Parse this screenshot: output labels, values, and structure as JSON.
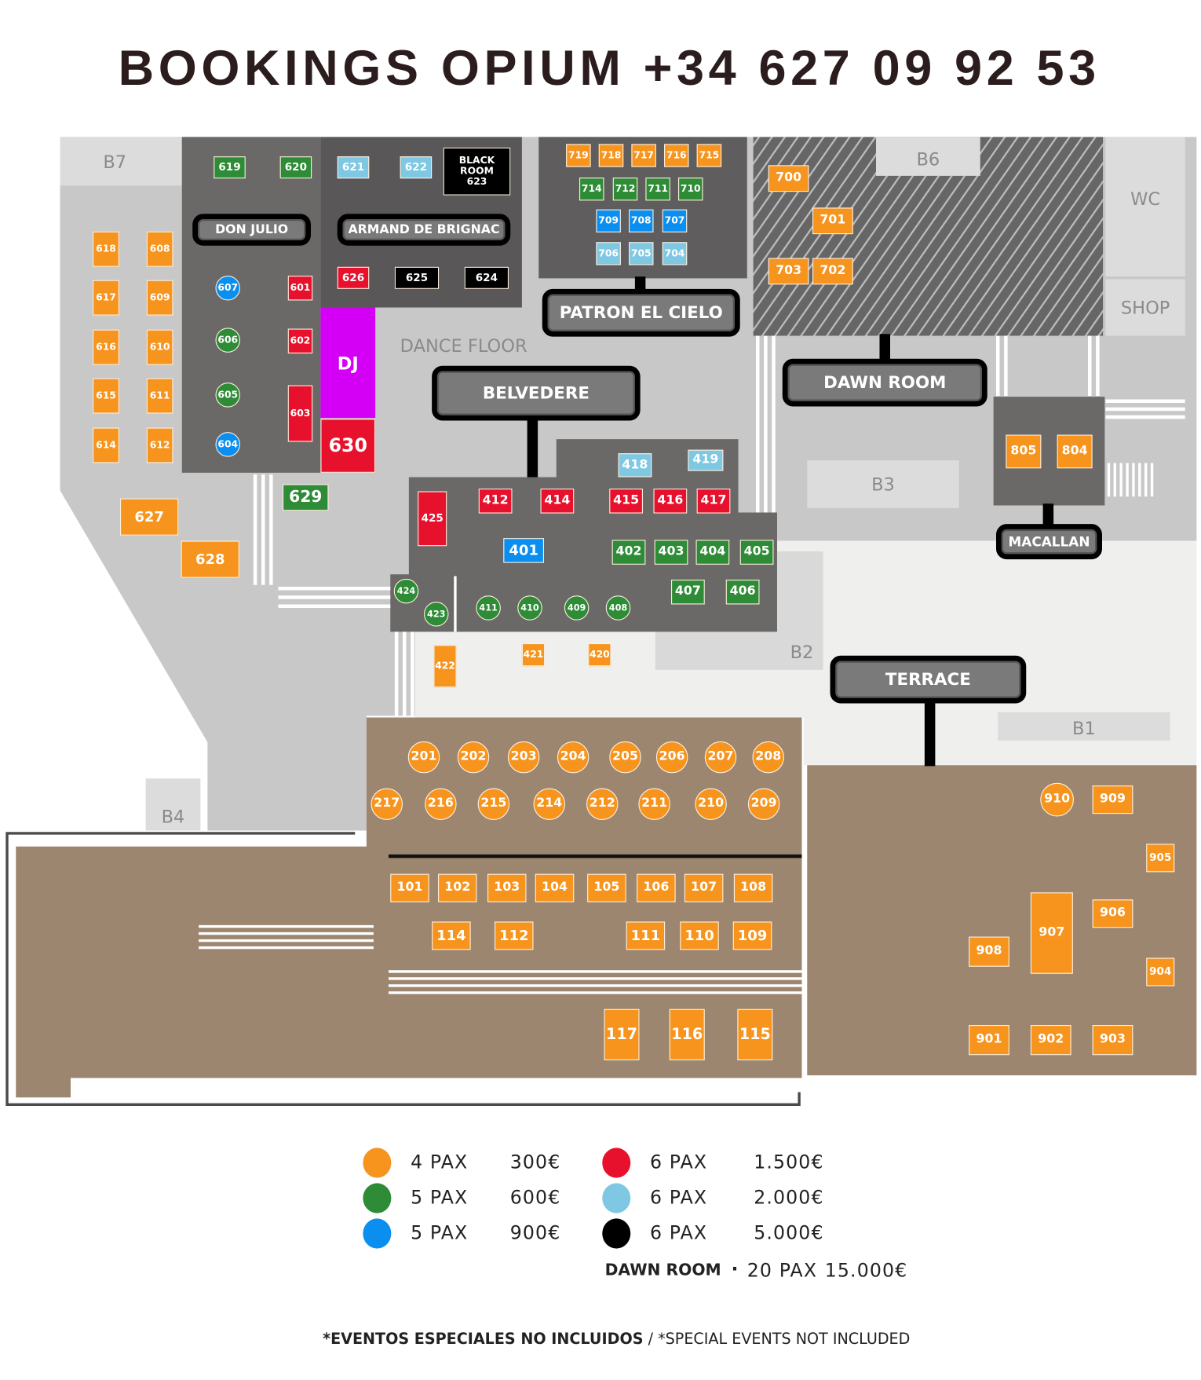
{
  "title": "BOOKINGS OPIUM +34 627 09 92 53",
  "areas": {
    "b7": "B7",
    "b6": "B6",
    "wc": "WC",
    "shop": "SHOP",
    "b3": "B3",
    "b2": "B2",
    "b1": "B1",
    "b4": "B4",
    "dance_floor": "DANCE FLOOR",
    "dj": "DJ"
  },
  "sponsors": {
    "don_julio": "DON JULIO",
    "armand": "ARMAND DE BRIGNAC",
    "patron": "PATRON EL CIELO",
    "belvedere": "BELVEDERE",
    "dawn_room": "DAWN ROOM",
    "macallan": "MACALLAN",
    "terrace": "TERRACE"
  },
  "colors": {
    "orange": "#f7941d",
    "green": "#2e8b36",
    "blue": "#0a8ef0",
    "red": "#e8112d",
    "lightblue": "#7ec8e3",
    "black": "#000000"
  },
  "tables": [
    {
      "id": "618",
      "cat": "orange"
    },
    {
      "id": "617",
      "cat": "orange"
    },
    {
      "id": "616",
      "cat": "orange"
    },
    {
      "id": "615",
      "cat": "orange"
    },
    {
      "id": "614",
      "cat": "orange"
    },
    {
      "id": "608",
      "cat": "orange"
    },
    {
      "id": "609",
      "cat": "orange"
    },
    {
      "id": "610",
      "cat": "orange"
    },
    {
      "id": "611",
      "cat": "orange"
    },
    {
      "id": "612",
      "cat": "orange"
    },
    {
      "id": "619",
      "cat": "green"
    },
    {
      "id": "620",
      "cat": "green"
    },
    {
      "id": "621",
      "cat": "lightblue"
    },
    {
      "id": "622",
      "cat": "lightblue"
    },
    {
      "id": "623",
      "cat": "black",
      "label": "BLACK ROOM"
    },
    {
      "id": "626",
      "cat": "red"
    },
    {
      "id": "625",
      "cat": "black"
    },
    {
      "id": "624",
      "cat": "black"
    },
    {
      "id": "607",
      "cat": "blue"
    },
    {
      "id": "606",
      "cat": "green"
    },
    {
      "id": "605",
      "cat": "green"
    },
    {
      "id": "604",
      "cat": "blue"
    },
    {
      "id": "601",
      "cat": "red"
    },
    {
      "id": "602",
      "cat": "red"
    },
    {
      "id": "603",
      "cat": "red"
    },
    {
      "id": "630",
      "cat": "red"
    },
    {
      "id": "629",
      "cat": "green"
    },
    {
      "id": "627",
      "cat": "orange"
    },
    {
      "id": "628",
      "cat": "orange"
    },
    {
      "id": "719",
      "cat": "orange"
    },
    {
      "id": "718",
      "cat": "orange"
    },
    {
      "id": "717",
      "cat": "orange"
    },
    {
      "id": "716",
      "cat": "orange"
    },
    {
      "id": "715",
      "cat": "orange"
    },
    {
      "id": "714",
      "cat": "green"
    },
    {
      "id": "712",
      "cat": "green"
    },
    {
      "id": "711",
      "cat": "green"
    },
    {
      "id": "710",
      "cat": "green"
    },
    {
      "id": "709",
      "cat": "blue"
    },
    {
      "id": "708",
      "cat": "blue"
    },
    {
      "id": "707",
      "cat": "blue"
    },
    {
      "id": "706",
      "cat": "lightblue"
    },
    {
      "id": "705",
      "cat": "lightblue"
    },
    {
      "id": "704",
      "cat": "lightblue"
    },
    {
      "id": "700",
      "cat": "orange"
    },
    {
      "id": "701",
      "cat": "orange"
    },
    {
      "id": "703",
      "cat": "orange"
    },
    {
      "id": "702",
      "cat": "orange"
    },
    {
      "id": "805",
      "cat": "orange"
    },
    {
      "id": "804",
      "cat": "orange"
    },
    {
      "id": "425",
      "cat": "red"
    },
    {
      "id": "412",
      "cat": "red"
    },
    {
      "id": "414",
      "cat": "red"
    },
    {
      "id": "415",
      "cat": "red"
    },
    {
      "id": "416",
      "cat": "red"
    },
    {
      "id": "417",
      "cat": "red"
    },
    {
      "id": "418",
      "cat": "lightblue"
    },
    {
      "id": "419",
      "cat": "lightblue"
    },
    {
      "id": "401",
      "cat": "blue"
    },
    {
      "id": "402",
      "cat": "green"
    },
    {
      "id": "403",
      "cat": "green"
    },
    {
      "id": "404",
      "cat": "green"
    },
    {
      "id": "405",
      "cat": "green"
    },
    {
      "id": "407",
      "cat": "green"
    },
    {
      "id": "406",
      "cat": "green"
    },
    {
      "id": "424",
      "cat": "green"
    },
    {
      "id": "423",
      "cat": "green"
    },
    {
      "id": "411",
      "cat": "green"
    },
    {
      "id": "410",
      "cat": "green"
    },
    {
      "id": "409",
      "cat": "green"
    },
    {
      "id": "408",
      "cat": "green"
    },
    {
      "id": "422",
      "cat": "orange"
    },
    {
      "id": "421",
      "cat": "orange"
    },
    {
      "id": "420",
      "cat": "orange"
    },
    {
      "id": "201",
      "cat": "orange"
    },
    {
      "id": "202",
      "cat": "orange"
    },
    {
      "id": "203",
      "cat": "orange"
    },
    {
      "id": "204",
      "cat": "orange"
    },
    {
      "id": "205",
      "cat": "orange"
    },
    {
      "id": "206",
      "cat": "orange"
    },
    {
      "id": "207",
      "cat": "orange"
    },
    {
      "id": "208",
      "cat": "orange"
    },
    {
      "id": "217",
      "cat": "orange"
    },
    {
      "id": "216",
      "cat": "orange"
    },
    {
      "id": "215",
      "cat": "orange"
    },
    {
      "id": "214",
      "cat": "orange"
    },
    {
      "id": "212",
      "cat": "orange"
    },
    {
      "id": "211",
      "cat": "orange"
    },
    {
      "id": "210",
      "cat": "orange"
    },
    {
      "id": "209",
      "cat": "orange"
    },
    {
      "id": "101",
      "cat": "orange"
    },
    {
      "id": "102",
      "cat": "orange"
    },
    {
      "id": "103",
      "cat": "orange"
    },
    {
      "id": "104",
      "cat": "orange"
    },
    {
      "id": "105",
      "cat": "orange"
    },
    {
      "id": "106",
      "cat": "orange"
    },
    {
      "id": "107",
      "cat": "orange"
    },
    {
      "id": "108",
      "cat": "orange"
    },
    {
      "id": "114",
      "cat": "orange"
    },
    {
      "id": "112",
      "cat": "orange"
    },
    {
      "id": "111",
      "cat": "orange"
    },
    {
      "id": "110",
      "cat": "orange"
    },
    {
      "id": "109",
      "cat": "orange"
    },
    {
      "id": "117",
      "cat": "orange"
    },
    {
      "id": "116",
      "cat": "orange"
    },
    {
      "id": "115",
      "cat": "orange"
    },
    {
      "id": "910",
      "cat": "orange"
    },
    {
      "id": "909",
      "cat": "orange"
    },
    {
      "id": "905",
      "cat": "orange"
    },
    {
      "id": "906",
      "cat": "orange"
    },
    {
      "id": "907",
      "cat": "orange"
    },
    {
      "id": "908",
      "cat": "orange"
    },
    {
      "id": "904",
      "cat": "orange"
    },
    {
      "id": "901",
      "cat": "orange"
    },
    {
      "id": "902",
      "cat": "orange"
    },
    {
      "id": "903",
      "cat": "orange"
    }
  ],
  "legend": [
    {
      "cat": "orange",
      "pax": "4 PAX",
      "price": "300€"
    },
    {
      "cat": "green",
      "pax": "5 PAX",
      "price": "600€"
    },
    {
      "cat": "blue",
      "pax": "5 PAX",
      "price": "900€"
    },
    {
      "cat": "red",
      "pax": "6 PAX",
      "price": "1.500€"
    },
    {
      "cat": "lightblue",
      "pax": "6 PAX",
      "price": "2.000€"
    },
    {
      "cat": "black",
      "pax": "6 PAX",
      "price": "5.000€"
    }
  ],
  "dawn_room_offer": {
    "name": "DAWN ROOM",
    "separator": "·",
    "pax": "20 PAX",
    "price": "15.000€"
  },
  "footer": {
    "es": "*EVENTOS ESPECIALES NO INCLUIDOS",
    "sep": " / ",
    "en": "*SPECIAL EVENTS NOT INCLUDED"
  }
}
